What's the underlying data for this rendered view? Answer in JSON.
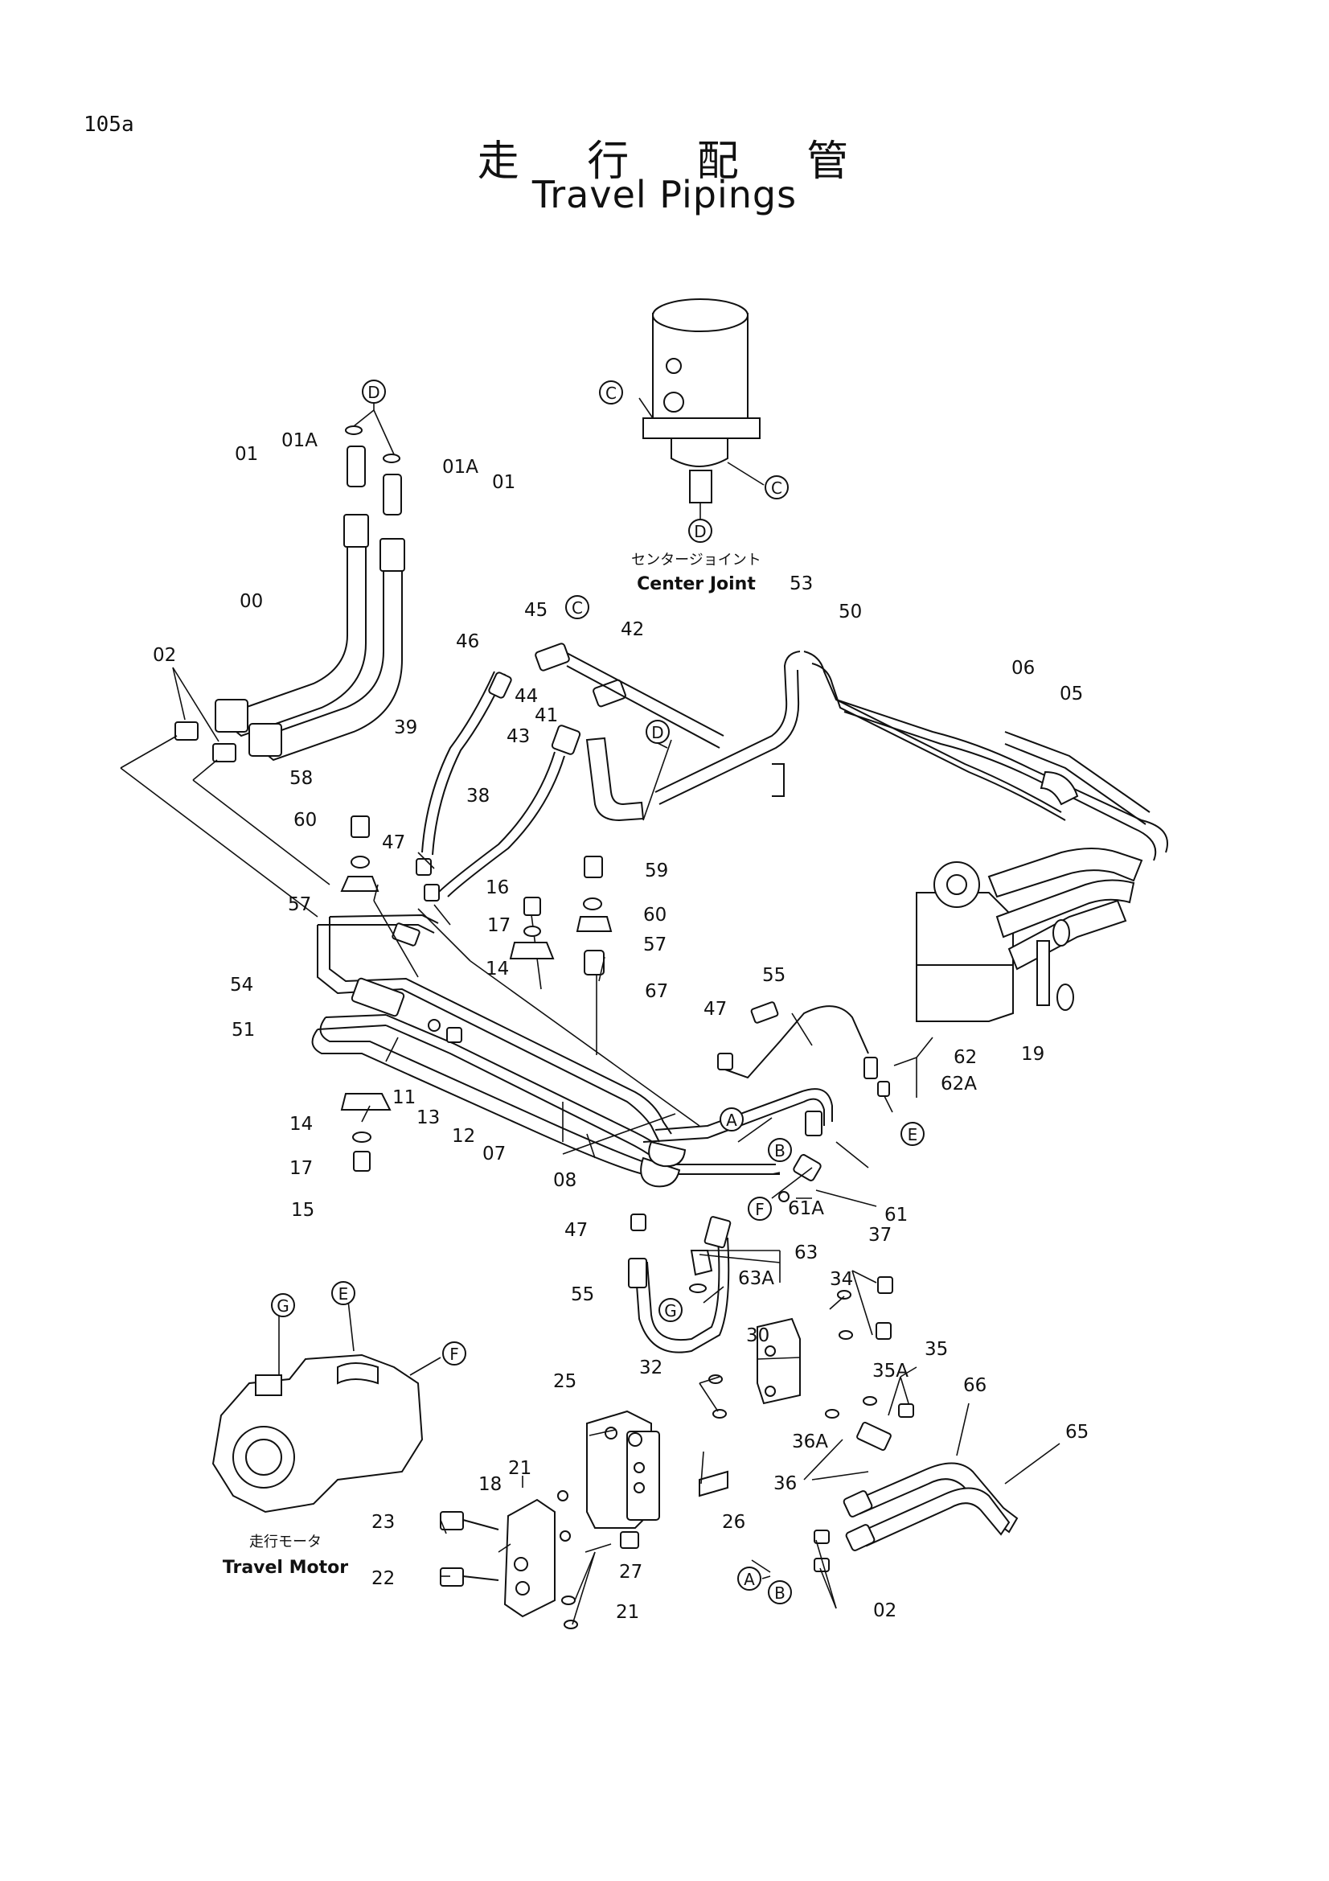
{
  "page_number": "105a",
  "title": {
    "jp": "走 行 配 管",
    "en": "Travel Pipings"
  },
  "assemblies": {
    "center_joint": {
      "jp": "センタージョイント",
      "en": "Center Joint"
    },
    "travel_motor": {
      "jp": "走行モータ",
      "en": "Travel Motor"
    }
  },
  "connection_markers": [
    "A",
    "B",
    "C",
    "D",
    "E",
    "F",
    "G"
  ],
  "part_labels": {
    "p00": "00",
    "p01a": "01",
    "p01b": "01",
    "p01A_a": "01A",
    "p01A_b": "01A",
    "p02a": "02",
    "p02b": "02",
    "p05": "05",
    "p06": "06",
    "p07": "07",
    "p08": "08",
    "p11": "11",
    "p12": "12",
    "p13": "13",
    "p14a": "14",
    "p14b": "14",
    "p15": "15",
    "p16": "16",
    "p17a": "17",
    "p17b": "17",
    "p18": "18",
    "p19": "19",
    "p21a": "21",
    "p21b": "21",
    "p22": "22",
    "p23": "23",
    "p25": "25",
    "p26": "26",
    "p27": "27",
    "p30": "30",
    "p32": "32",
    "p34": "34",
    "p35": "35",
    "p35A": "35A",
    "p36": "36",
    "p36A": "36A",
    "p37": "37",
    "p38": "38",
    "p39": "39",
    "p41": "41",
    "p42": "42",
    "p43": "43",
    "p44": "44",
    "p45": "45",
    "p46": "46",
    "p47a": "47",
    "p47b": "47",
    "p47c": "47",
    "p50": "50",
    "p51": "51",
    "p53": "53",
    "p54": "54",
    "p55a": "55",
    "p55b": "55",
    "p57a": "57",
    "p57b": "57",
    "p58": "58",
    "p59": "59",
    "p60a": "60",
    "p60b": "60",
    "p61": "61",
    "p61A": "61A",
    "p62": "62",
    "p62A": "62A",
    "p63": "63",
    "p63A": "63A",
    "p65": "65",
    "p66": "66",
    "p67": "67"
  }
}
